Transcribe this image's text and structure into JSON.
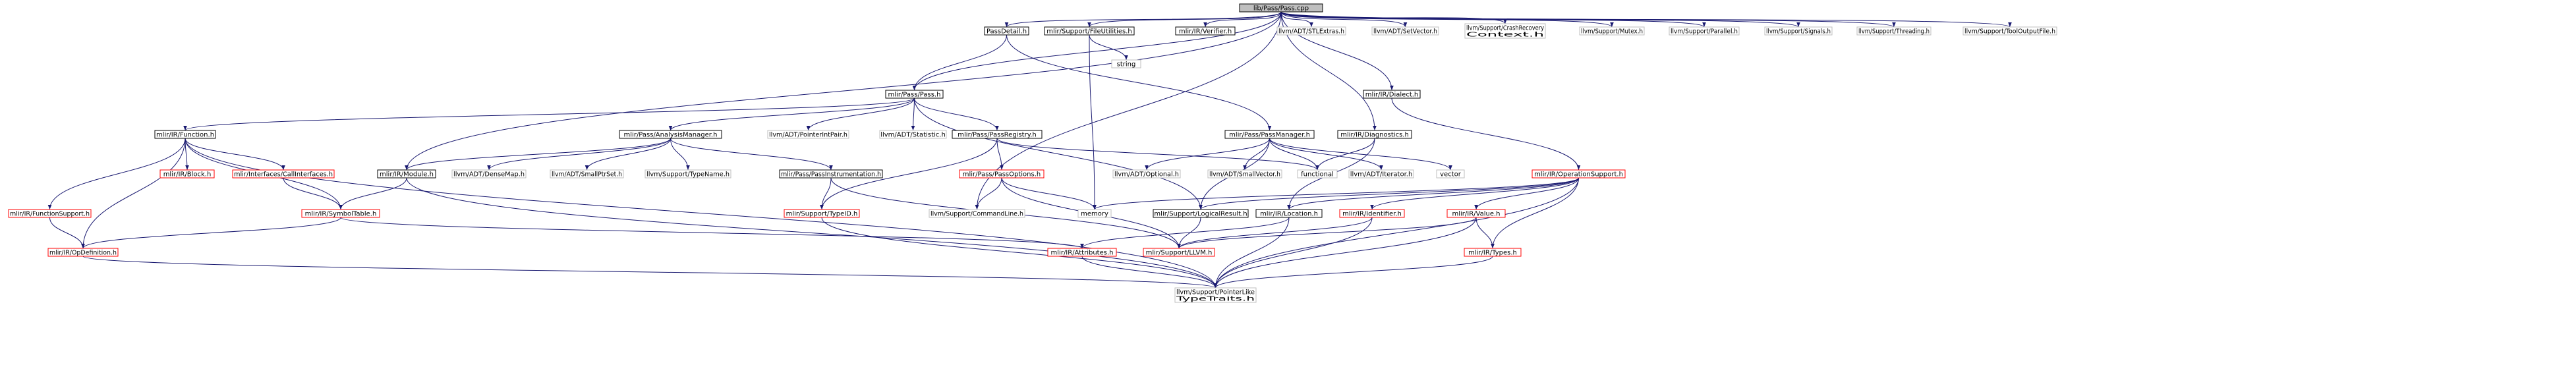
{
  "graph": {
    "nodes": [
      {
        "id": "root",
        "label": "lib/Pass/Pass.cpp",
        "style": "root"
      },
      {
        "id": "passdetail",
        "label": "PassDetail.h",
        "style": "local"
      },
      {
        "id": "fileutilities",
        "label": "mlir/Support/FileUtilities.h",
        "style": "local"
      },
      {
        "id": "verifier",
        "label": "mlir/IR/Verifier.h",
        "style": "local"
      },
      {
        "id": "stlextras",
        "label": "llvm/ADT/STLExtras.h",
        "style": "external"
      },
      {
        "id": "setvector",
        "label": "llvm/ADT/SetVector.h",
        "style": "external"
      },
      {
        "id": "crashrecovery",
        "label": "llvm/Support/CrashRecovery\nContext.h",
        "style": "external"
      },
      {
        "id": "mutex",
        "label": "llvm/Support/Mutex.h",
        "style": "external"
      },
      {
        "id": "parallel",
        "label": "llvm/Support/Parallel.h",
        "style": "external"
      },
      {
        "id": "signals",
        "label": "llvm/Support/Signals.h",
        "style": "external"
      },
      {
        "id": "threading",
        "label": "llvm/Support/Threading.h",
        "style": "external"
      },
      {
        "id": "tooloutputfile",
        "label": "llvm/Support/ToolOutputFile.h",
        "style": "external"
      },
      {
        "id": "string",
        "label": "string",
        "style": "external"
      },
      {
        "id": "passh",
        "label": "mlir/Pass/Pass.h",
        "style": "local"
      },
      {
        "id": "dialect",
        "label": "mlir/IR/Dialect.h",
        "style": "local"
      },
      {
        "id": "function",
        "label": "mlir/IR/Function.h",
        "style": "local"
      },
      {
        "id": "analysismanager",
        "label": "mlir/Pass/AnalysisManager.h",
        "style": "local"
      },
      {
        "id": "pointerintpair",
        "label": "llvm/ADT/PointerIntPair.h",
        "style": "external"
      },
      {
        "id": "statistic",
        "label": "llvm/ADT/Statistic.h",
        "style": "external"
      },
      {
        "id": "passregistry",
        "label": "mlir/Pass/PassRegistry.h",
        "style": "local"
      },
      {
        "id": "passmanager",
        "label": "mlir/Pass/PassManager.h",
        "style": "local"
      },
      {
        "id": "diagnostics",
        "label": "mlir/IR/Diagnostics.h",
        "style": "local"
      },
      {
        "id": "block",
        "label": "mlir/IR/Block.h",
        "style": "red"
      },
      {
        "id": "callinterfaces",
        "label": "mlir/Interfaces/CallInterfaces.h",
        "style": "red"
      },
      {
        "id": "module",
        "label": "mlir/IR/Module.h",
        "style": "local"
      },
      {
        "id": "densemap",
        "label": "llvm/ADT/DenseMap.h",
        "style": "external"
      },
      {
        "id": "smallptrset",
        "label": "llvm/ADT/SmallPtrSet.h",
        "style": "external"
      },
      {
        "id": "typename",
        "label": "llvm/Support/TypeName.h",
        "style": "external"
      },
      {
        "id": "passinstrumentation",
        "label": "mlir/Pass/PassInstrumentation.h",
        "style": "local"
      },
      {
        "id": "passoptions",
        "label": "mlir/Pass/PassOptions.h",
        "style": "red"
      },
      {
        "id": "optional",
        "label": "llvm/ADT/Optional.h",
        "style": "external"
      },
      {
        "id": "smallvector",
        "label": "llvm/ADT/SmallVector.h",
        "style": "external"
      },
      {
        "id": "functional",
        "label": "functional",
        "style": "external"
      },
      {
        "id": "iterator",
        "label": "llvm/ADT/Iterator.h",
        "style": "external"
      },
      {
        "id": "vector",
        "label": "vector",
        "style": "external"
      },
      {
        "id": "operationsupport",
        "label": "mlir/IR/OperationSupport.h",
        "style": "red"
      },
      {
        "id": "functionsupport",
        "label": "mlir/IR/FunctionSupport.h",
        "style": "red"
      },
      {
        "id": "symboltable",
        "label": "mlir/IR/SymbolTable.h",
        "style": "red"
      },
      {
        "id": "typeid",
        "label": "mlir/Support/TypeID.h",
        "style": "red"
      },
      {
        "id": "commandline",
        "label": "llvm/Support/CommandLine.h",
        "style": "external"
      },
      {
        "id": "memory",
        "label": "memory",
        "style": "external"
      },
      {
        "id": "logicalresult",
        "label": "mlir/Support/LogicalResult.h",
        "style": "local"
      },
      {
        "id": "location",
        "label": "mlir/IR/Location.h",
        "style": "local"
      },
      {
        "id": "identifier",
        "label": "mlir/IR/Identifier.h",
        "style": "red"
      },
      {
        "id": "value",
        "label": "mlir/IR/Value.h",
        "style": "red"
      },
      {
        "id": "opdefinition",
        "label": "mlir/IR/OpDefinition.h",
        "style": "red"
      },
      {
        "id": "attributes",
        "label": "mlir/IR/Attributes.h",
        "style": "red"
      },
      {
        "id": "supportllvm",
        "label": "mlir/Support/LLVM.h",
        "style": "red"
      },
      {
        "id": "types",
        "label": "mlir/IR/Types.h",
        "style": "red"
      },
      {
        "id": "pointerliketypetraits",
        "label": "llvm/Support/PointerLike\nTypeTraits.h",
        "style": "external"
      }
    ],
    "edges": [
      [
        "root",
        "passdetail"
      ],
      [
        "root",
        "fileutilities"
      ],
      [
        "root",
        "verifier"
      ],
      [
        "root",
        "stlextras"
      ],
      [
        "root",
        "setvector"
      ],
      [
        "root",
        "crashrecovery"
      ],
      [
        "root",
        "mutex"
      ],
      [
        "root",
        "parallel"
      ],
      [
        "root",
        "signals"
      ],
      [
        "root",
        "threading"
      ],
      [
        "root",
        "tooloutputfile"
      ],
      [
        "root",
        "passh"
      ],
      [
        "root",
        "dialect"
      ],
      [
        "root",
        "diagnostics"
      ],
      [
        "root",
        "module"
      ],
      [
        "root",
        "commandline"
      ],
      [
        "passdetail",
        "passh"
      ],
      [
        "passdetail",
        "passmanager"
      ],
      [
        "fileutilities",
        "string"
      ],
      [
        "fileutilities",
        "memory"
      ],
      [
        "passh",
        "function"
      ],
      [
        "passh",
        "analysismanager"
      ],
      [
        "passh",
        "pointerintpair"
      ],
      [
        "passh",
        "statistic"
      ],
      [
        "passh",
        "passregistry"
      ],
      [
        "passh",
        "logicalresult"
      ],
      [
        "function",
        "functionsupport"
      ],
      [
        "function",
        "block"
      ],
      [
        "function",
        "callinterfaces"
      ],
      [
        "function",
        "symboltable"
      ],
      [
        "function",
        "opdefinition"
      ],
      [
        "function",
        "pointerliketypetraits"
      ],
      [
        "analysismanager",
        "module"
      ],
      [
        "analysismanager",
        "densemap"
      ],
      [
        "analysismanager",
        "smallptrset"
      ],
      [
        "analysismanager",
        "typename"
      ],
      [
        "analysismanager",
        "passinstrumentation"
      ],
      [
        "passregistry",
        "passoptions"
      ],
      [
        "passregistry",
        "functional"
      ],
      [
        "passregistry",
        "typeid"
      ],
      [
        "passmanager",
        "optional"
      ],
      [
        "passmanager",
        "smallvector"
      ],
      [
        "passmanager",
        "functional"
      ],
      [
        "passmanager",
        "iterator"
      ],
      [
        "passmanager",
        "vector"
      ],
      [
        "passmanager",
        "logicalresult"
      ],
      [
        "diagnostics",
        "location"
      ],
      [
        "diagnostics",
        "functional"
      ],
      [
        "dialect",
        "operationsupport"
      ],
      [
        "callinterfaces",
        "symboltable"
      ],
      [
        "module",
        "symboltable"
      ],
      [
        "module",
        "pointerliketypetraits"
      ],
      [
        "passinstrumentation",
        "typeid"
      ],
      [
        "passinstrumentation",
        "supportllvm"
      ],
      [
        "passoptions",
        "commandline"
      ],
      [
        "passoptions",
        "memory"
      ],
      [
        "passoptions",
        "supportllvm"
      ],
      [
        "operationsupport",
        "memory"
      ],
      [
        "operationsupport",
        "logicalresult"
      ],
      [
        "operationsupport",
        "location"
      ],
      [
        "operationsupport",
        "identifier"
      ],
      [
        "operationsupport",
        "value"
      ],
      [
        "operationsupport",
        "types"
      ],
      [
        "operationsupport",
        "pointerliketypetraits"
      ],
      [
        "functionsupport",
        "opdefinition"
      ],
      [
        "symboltable",
        "opdefinition"
      ],
      [
        "symboltable",
        "attributes"
      ],
      [
        "typeid",
        "pointerliketypetraits"
      ],
      [
        "logicalresult",
        "supportllvm"
      ],
      [
        "location",
        "attributes"
      ],
      [
        "location",
        "pointerliketypetraits"
      ],
      [
        "identifier",
        "supportllvm"
      ],
      [
        "identifier",
        "pointerliketypetraits"
      ],
      [
        "value",
        "types"
      ],
      [
        "value",
        "supportllvm"
      ],
      [
        "value",
        "pointerliketypetraits"
      ],
      [
        "opdefinition",
        "pointerliketypetraits"
      ],
      [
        "attributes",
        "pointerliketypetraits"
      ],
      [
        "types",
        "pointerliketypetraits"
      ]
    ]
  },
  "colors": {
    "edge": "#191970",
    "root_fill": "#bfbfbf",
    "local_border": "#000000",
    "red_border": "#ff0000",
    "external_border": "#bfbfbf",
    "external_text": "#000000"
  }
}
